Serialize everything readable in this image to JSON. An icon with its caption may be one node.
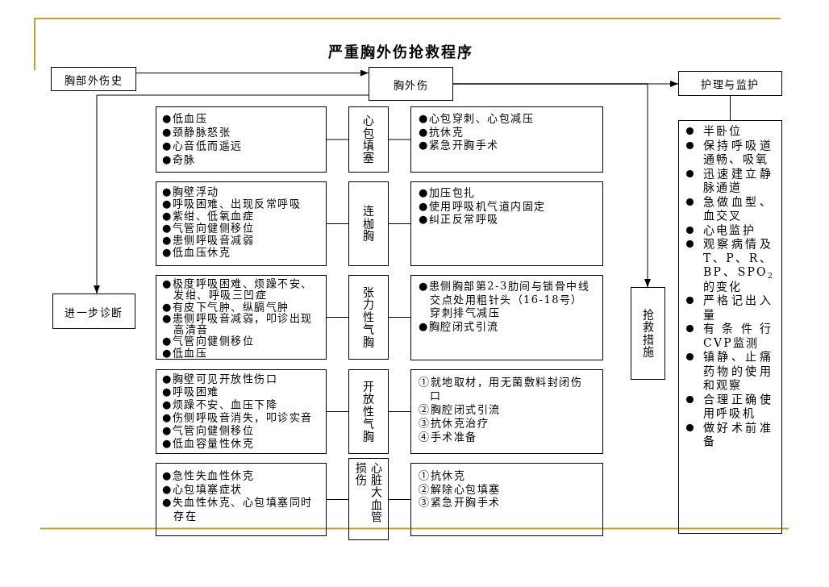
{
  "diagram": {
    "title": "严重胸外伤抢救程序",
    "nodes": [
      {
        "text": [
          "胸部外伤史"
        ]
      },
      {
        "text": [
          "胸外伤"
        ]
      },
      {
        "text": [
          "护理与监护"
        ]
      },
      {
        "text": [
          "半卧位",
          "保持呼吸道通畅、吸氧",
          "迅速建立静脉通道",
          "急做血型、血交叉",
          "心电监护",
          "观察病情及T、P、R、BP、SPO$_{2}$的变化",
          "严格记出入量",
          "有条件行CVP监测",
          "镇静、止痛药物的使用和观察",
          "合理正确使用呼吸机",
          "做好术前准备"
        ]
      },
      {
        "text": [
          "●低血压",
          "●颈静脉怒张",
          "●心音低而遥远",
          "●奇脉"
        ]
      },
      {
        "text": [
          "心包填塞"
        ]
      },
      {
        "text": [
          "●心包穿刺、心包减压",
          "●抗休克",
          "●紧急开胸手术"
        ]
      },
      {
        "text": [
          "●胸壁浮动",
          "●呼吸困难、出现反常呼吸",
          "●紫绀、低氧血症",
          "●气管向健侧移位",
          "●患侧呼吸音减弱",
          "●低血压休克"
        ]
      },
      {
        "text": [
          "连枷胸"
        ]
      },
      {
        "text": [
          "●加压包扎",
          "●使用呼吸机气道内固定",
          "●纠正反常呼吸"
        ]
      },
      {
        "text": [
          "●极度呼吸困难、烦躁不安、发绀、呼吸三凹症",
          "●有皮下气肿、纵膈气肿",
          "●患侧呼吸音减弱，叩诊出现高清音",
          "●气管向健侧移位",
          "●低血压"
        ]
      },
      {
        "text": [
          "张力性气胸"
        ]
      },
      {
        "text": [
          "●患侧胸部第2-3肋间与锁骨中线交点处用粗针头（16-18号）穿刺排气减压",
          "●胸腔闭式引流"
        ]
      },
      {
        "text": [
          "●胸壁可见开放性伤口",
          "●呼吸困难",
          "●烦躁不安、血压下降",
          "●伤侧呼吸音消失，叩诊实音",
          "●气管向健侧移位",
          "●低血容量性休克"
        ]
      },
      {
        "text": [
          "开放性气胸"
        ]
      },
      {
        "text": [
          "①就地取材，用无菌敷料封闭伤口",
          "②胸腔闭式引流",
          "③抗休克治疗",
          "④手术准备"
        ]
      },
      {
        "text": [
          "●急性失血性休克",
          "●心包填塞症状",
          "●失血性休克、心包填塞同时存在"
        ]
      },
      {
        "text": [
          "心脏大血管损伤"
        ]
      },
      {
        "text": [
          "①抗休克",
          "②解除心包填塞",
          "③紧急开胸手术"
        ]
      },
      {
        "text": [
          "进一步诊断"
        ]
      },
      {
        "text": [
          "抢救措施"
        ]
      }
    ],
    "edges": [
      {
        "from": 0,
        "to": 1,
        "arrow": "to"
      },
      {
        "from": 1,
        "to": 2,
        "arrow": "to"
      },
      {
        "from": 1,
        "to": 20,
        "arrow": "to"
      },
      {
        "from": 1,
        "to": 19,
        "arrow": "to"
      },
      {
        "from": 2,
        "to": 3,
        "arrow": "none"
      },
      {
        "from": 4,
        "to": 5,
        "arrow": "none"
      },
      {
        "from": 5,
        "to": 6,
        "arrow": "none"
      },
      {
        "from": 7,
        "to": 8,
        "arrow": "none"
      },
      {
        "from": 8,
        "to": 9,
        "arrow": "none"
      },
      {
        "from": 10,
        "to": 11,
        "arrow": "none"
      },
      {
        "from": 11,
        "to": 12,
        "arrow": "none"
      },
      {
        "from": 13,
        "to": 14,
        "arrow": "none"
      },
      {
        "from": 14,
        "to": 15,
        "arrow": "none"
      },
      {
        "from": 16,
        "to": 17,
        "arrow": "none"
      },
      {
        "from": 17,
        "to": 18,
        "arrow": "none"
      }
    ]
  }
}
